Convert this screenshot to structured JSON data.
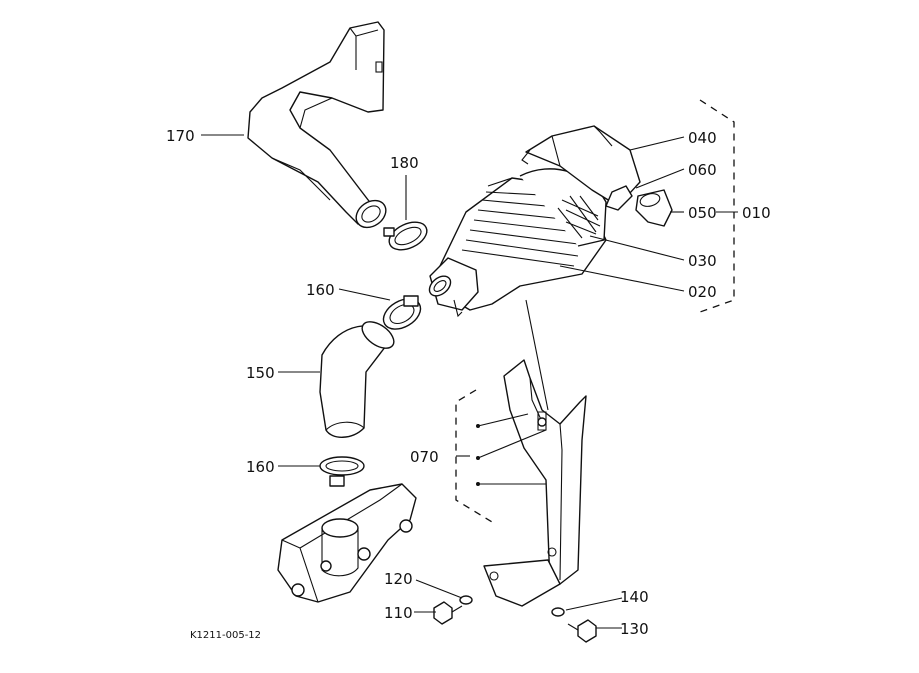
{
  "labels": {
    "l170": "170",
    "l180": "180",
    "l160a": "160",
    "l150": "150",
    "l160b": "160",
    "l040": "040",
    "l060": "060",
    "l050": "050",
    "l010": "010",
    "l030": "030",
    "l020": "020",
    "l070": "070",
    "l120": "120",
    "l110": "110",
    "l140": "140",
    "l130": "130"
  },
  "caption": "K1211-005-12",
  "colors": {
    "ink": "#111111",
    "paper": "#ffffff"
  }
}
